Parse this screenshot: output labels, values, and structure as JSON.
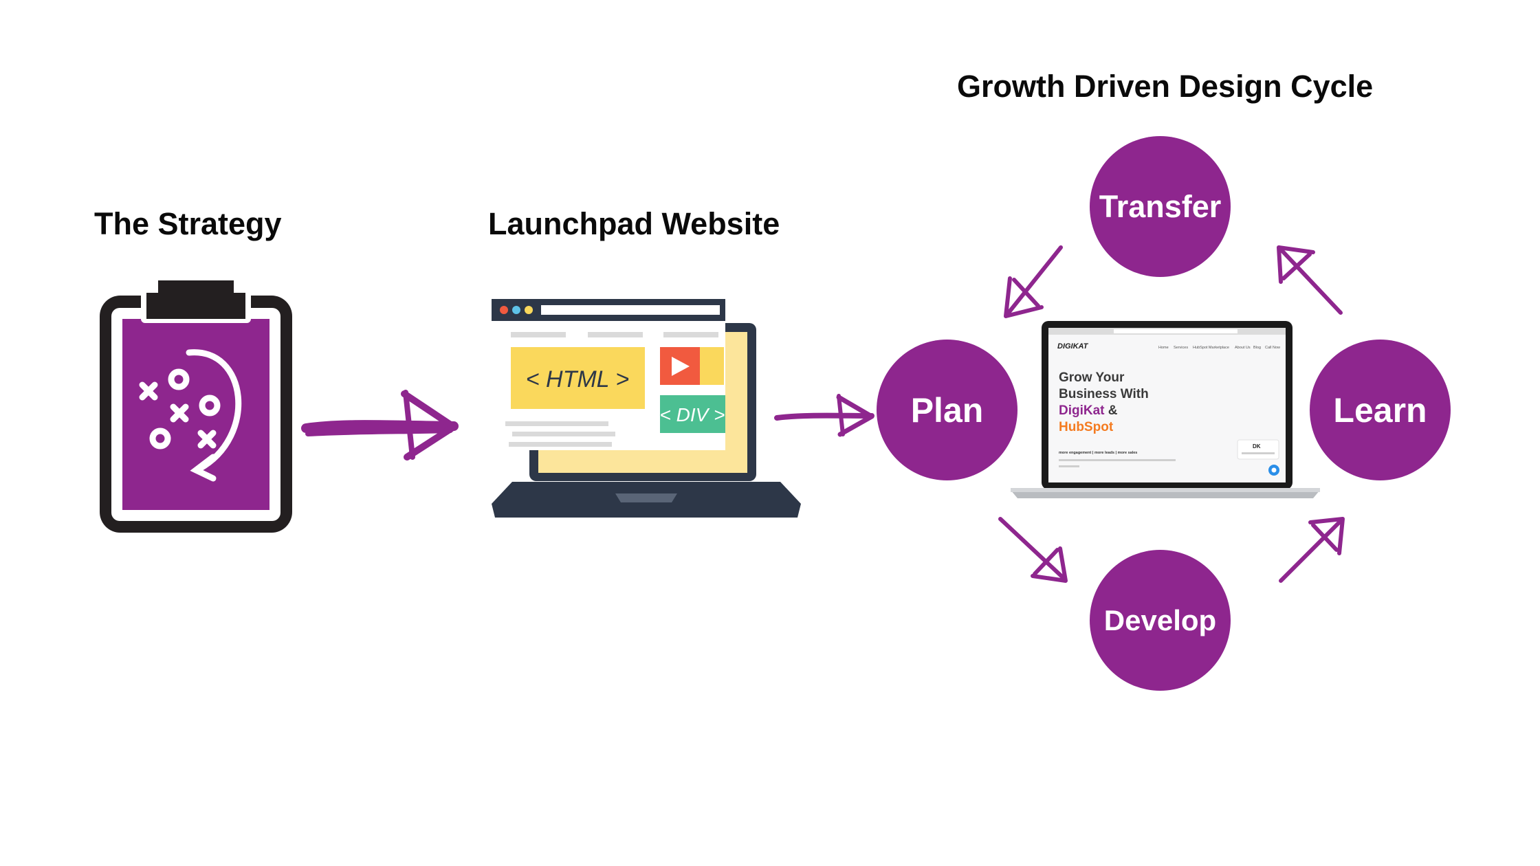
{
  "headings": {
    "strategy": "The Strategy",
    "launchpad": "Launchpad Website",
    "cycle": "Growth Driven Design Cycle"
  },
  "cycle_stages": {
    "transfer": "Transfer",
    "plan": "Plan",
    "learn": "Learn",
    "develop": "Develop"
  },
  "browser_tags": {
    "html": "< HTML >",
    "div": "< DIV >"
  },
  "laptop_site": {
    "logo": "DIGIKAT",
    "nav": [
      "Home",
      "Services",
      "HubSpot Marketplace",
      "About Us",
      "Blog",
      "Call Now"
    ],
    "hero_line1": "Grow Your",
    "hero_line2": "Business With",
    "hero_brand1": "DigiKat",
    "hero_amp": " &",
    "hero_brand2": "HubSpot",
    "tagline": "more engagement | more leads | more sales",
    "chat_badge": "DK"
  },
  "colors": {
    "purple": "#8e268e",
    "dark": "#2d3748",
    "yellow": "#fad85c",
    "orange_red": "#f15a3f",
    "green": "#4cbf92",
    "hubspot_orange": "#f47b20"
  },
  "icons": [
    "clipboard-playbook-icon",
    "browser-laptop-icon",
    "laptop-screenshot-icon",
    "arrow-icon"
  ]
}
